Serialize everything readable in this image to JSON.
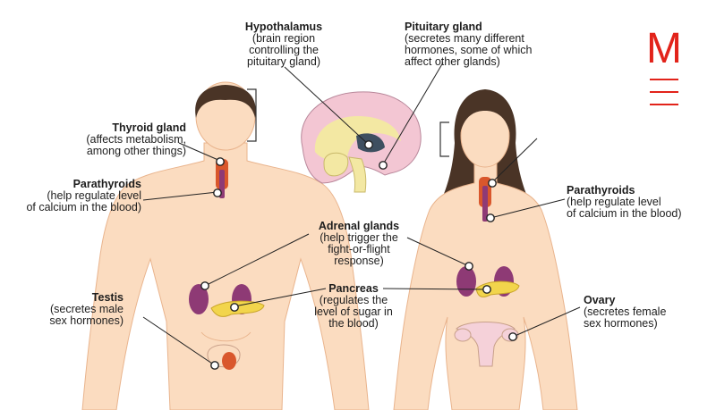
{
  "labels": {
    "hypothalamus": {
      "title": "Hypothalamus",
      "desc": "(brain region\ncontrolling the\npituitary gland)"
    },
    "pituitary": {
      "title": "Pituitary gland",
      "desc": "(secretes many different\nhormones, some of which\naffect other glands)"
    },
    "thyroid": {
      "title": "Thyroid gland",
      "desc": "(affects metabolism,\namong other things)"
    },
    "parathyroids_left": {
      "title": "Parathyroids",
      "desc": "(help regulate level\nof calcium in the blood)"
    },
    "parathyroids_right": {
      "title": "Parathyroids",
      "desc": "(help regulate level\nof calcium in the blood)"
    },
    "adrenal": {
      "title": "Adrenal glands",
      "desc": "(help trigger the\nfight-or-flight\nresponse)"
    },
    "pancreas": {
      "title": "Pancreas",
      "desc": "(regulates the\nlevel of sugar in\nthe blood)"
    },
    "testis": {
      "title": "Testis",
      "desc": "(secretes male\nsex hormones)"
    },
    "ovary": {
      "title": "Ovary",
      "desc": "(secretes female\nsex hormones)"
    }
  },
  "logo": {
    "letter": "M"
  },
  "colors": {
    "skin": "#fbdcc0",
    "skin_outline": "#e9b48d",
    "hair": "#4a3426",
    "gland_orange": "#d9572c",
    "gland_purple": "#8e3a75",
    "pancreas_yellow": "#f2d54c",
    "brain_pink": "#f3c6d3",
    "brain_yellow": "#f3e8a3",
    "hypothalamus_blue": "#3e4f60",
    "logo_red": "#e2231a",
    "leader_line": "#222222"
  }
}
